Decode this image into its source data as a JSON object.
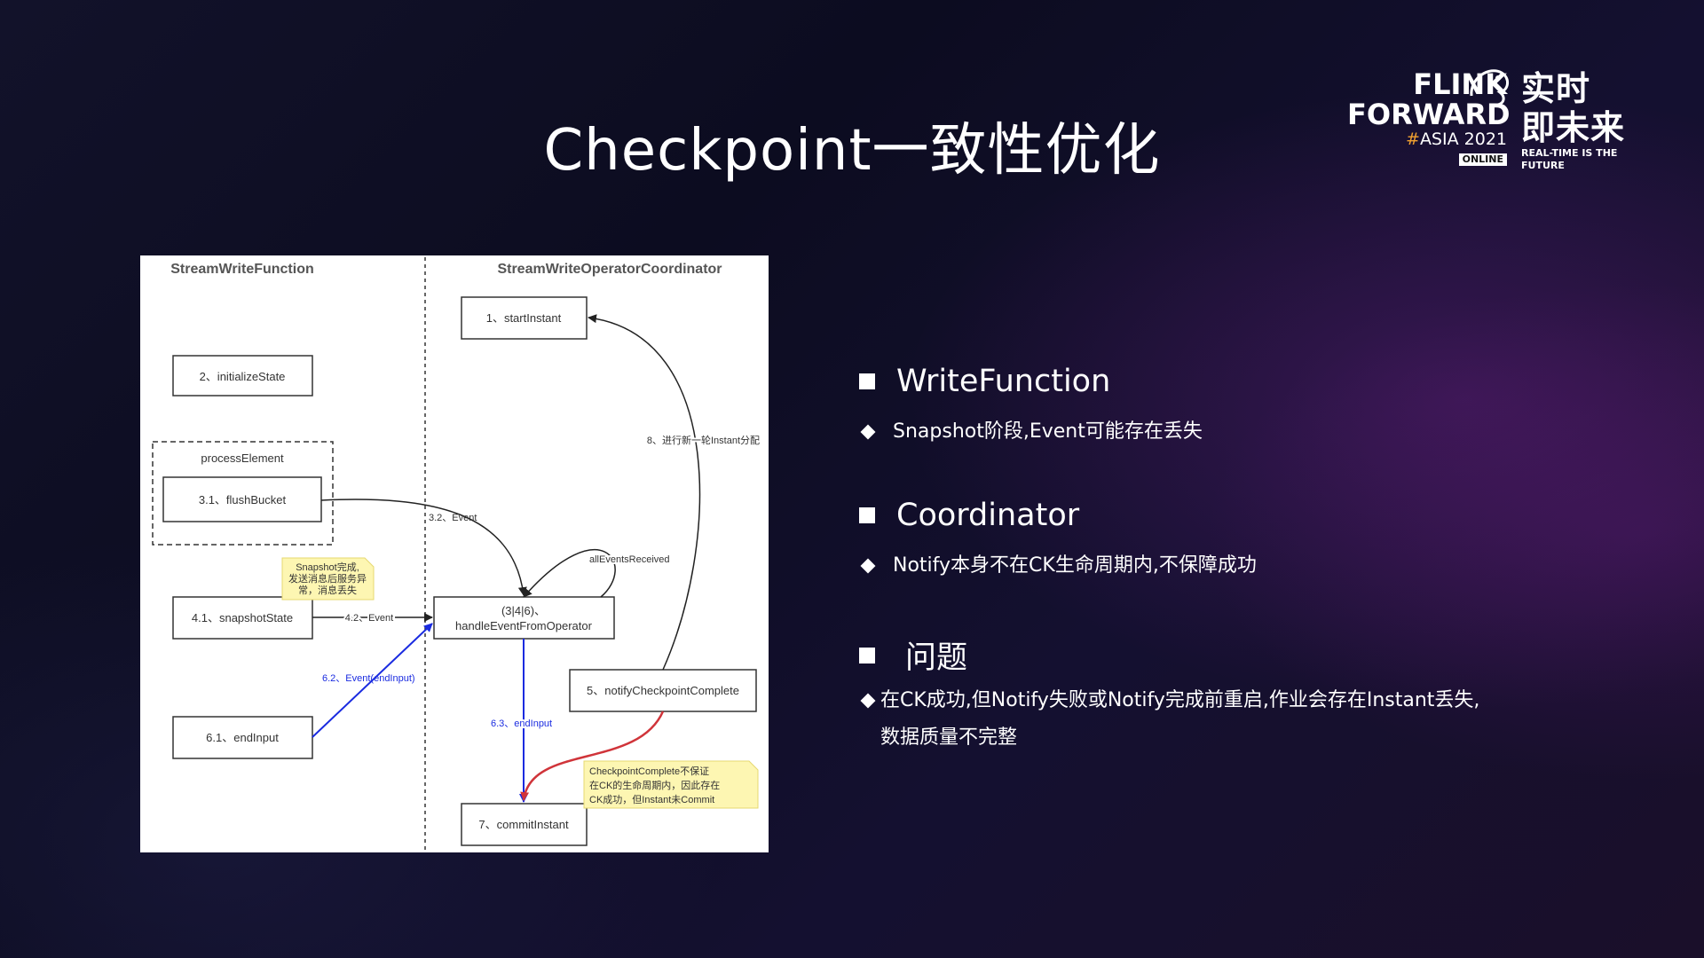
{
  "slide": {
    "title": "Checkpoint一致性优化"
  },
  "logo": {
    "en_line1": "FLINK",
    "en_line2": "FORWARD",
    "hash": "#",
    "en_line3": "ASIA 2021",
    "en_line4": "ONLINE",
    "cn_line1": "实时",
    "cn_line2": "即未来",
    "tagline": "REAL-TIME IS THE FUTURE"
  },
  "diagram": {
    "left_header": "StreamWriteFunction",
    "right_header": "StreamWriteOperatorCoordinator",
    "nodes": {
      "start_instant": "1、startInstant",
      "initialize_state": "2、initializeState",
      "process_element": "processElement",
      "flush_bucket": "3.1、flushBucket",
      "snapshot_state": "4.1、snapshotState",
      "end_input": "6.1、endInput",
      "handle_line1": "(3|4|6)、",
      "handle_line2": "handleEventFromOperator",
      "notify_complete": "5、notifyCheckpointComplete",
      "commit_instant": "7、commitInstant"
    },
    "edges": {
      "event_32": "3.2、Event",
      "event_42": "4.2、Event",
      "event_62": "6.2、Event(endInput)",
      "end_input_63": "6.3、endInput",
      "all_events": "allEventsReceived",
      "new_instant": "8、进行新一轮Instant分配"
    },
    "notes": {
      "snapshot_l1": "Snapshot完成,",
      "snapshot_l2": "发送消息后服务异",
      "snapshot_l3": "常，消息丢失",
      "ck_l1": "CheckpointComplete不保证",
      "ck_l2": "在CK的生命周期内，因此存在",
      "ck_l3": "CK成功，但Instant未Commit"
    }
  },
  "bullets": {
    "section1": {
      "heading": "WriteFunction",
      "item": "Snapshot阶段,Event可能存在丢失"
    },
    "section2": {
      "heading": "Coordinator",
      "item": "Notify本身不在CK生命周期内,不保障成功"
    },
    "section3": {
      "heading": "问题",
      "item_line1": "在CK成功,但Notify失败或Notify完成前重启,作业会存在Instant丢失,",
      "item_line2": "数据质量不完整"
    }
  }
}
